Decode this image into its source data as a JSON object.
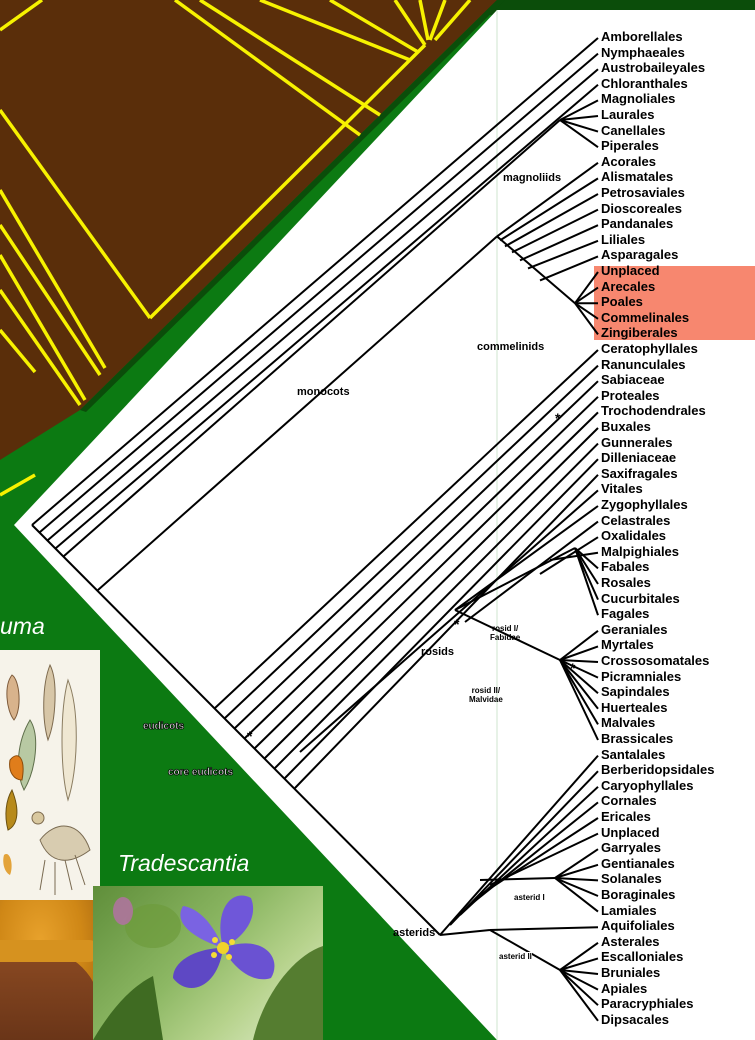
{
  "taxa": [
    "Amborellales",
    "Nymphaeales",
    "Austrobaileyales",
    "Chloranthales",
    "Magnoliales",
    "Laurales",
    "Canellales",
    "Piperales",
    "Acorales",
    "Alismatales",
    "Petrosaviales",
    "Dioscoreales",
    "Pandanales",
    "Liliales",
    "Asparagales",
    "Unplaced",
    "Arecales",
    "Poales",
    "Commelinales",
    "Zingiberales",
    "Ceratophyllales",
    "Ranunculales",
    "Sabiaceae",
    "Proteales",
    "Trochodendrales",
    "Buxales",
    "Gunnerales",
    "Dilleniaceae",
    "Saxifragales",
    "Vitales",
    "Zygophyllales",
    "Celastrales",
    "Oxalidales",
    "Malpighiales",
    "Fabales",
    "Rosales",
    "Cucurbitales",
    "Fagales",
    "Geraniales",
    "Myrtales",
    "Crossosomatales",
    "Picramniales",
    "Sapindales",
    "Huerteales",
    "Malvales",
    "Brassicales",
    "Santalales",
    "Berberidopsidales",
    "Caryophyllales",
    "Cornales",
    "Ericales",
    "Unplaced",
    "Garryales",
    "Gentianales",
    "Solanales",
    "Boraginales",
    "Lamiales",
    "Aquifoliales",
    "Asterales",
    "Escalloniales",
    "Bruniales",
    "Apiales",
    "Paracryphiales",
    "Dipsacales"
  ],
  "clades": {
    "magnoliids": "magnoliids",
    "monocots": "monocots",
    "commelinids": "commelinids",
    "eudicots": "eudicots",
    "core_eudicots": "core eudicots",
    "rosids": "rosids",
    "rosid1_a": "rosid I/",
    "rosid1_b": "Fabidae",
    "rosid2_a": "rosid II/",
    "rosid2_b": "Malvidae",
    "asterids": "asterids",
    "asterid1": "asterid I",
    "asterid2": "asterid II",
    "star": "*"
  },
  "captions": {
    "curcuma": "uma",
    "tradescantia": "Tradescantia"
  },
  "colors": {
    "background": "#0c7a12",
    "dark_green": "#0b4d0a",
    "brown": "#5a2e0a",
    "yellow": "#f7f200",
    "highlight": "#f7876f"
  }
}
